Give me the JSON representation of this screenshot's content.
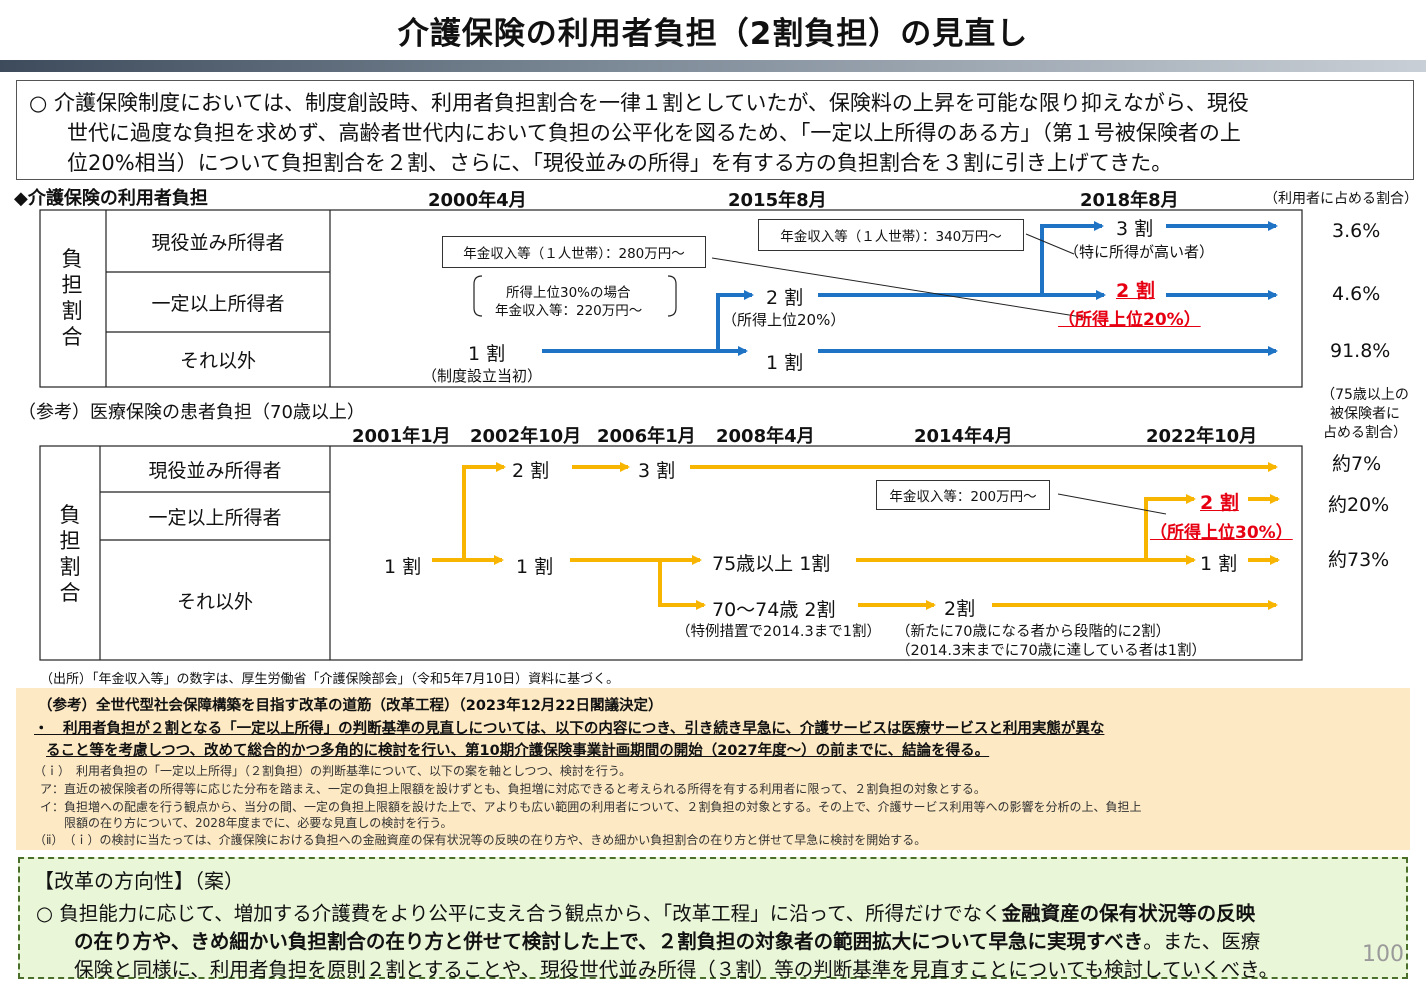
{
  "title": "介護保険の利用者負担（2割負担）の見直し",
  "intro": {
    "line1": "○ 介護保険制度においては、制度創設時、利用者負担割合を一律１割としていたが、保険料の上昇を可能な限り抑えながら、現役",
    "line2": "世代に過度な負担を求めず、高齢者世代内において負担の公平化を図るため、「一定以上所得のある方」（第１号被保険者の上",
    "line3": "位20%相当）について負担割合を２割、さらに、「現役並みの所得」を有する方の負担割合を３割に引き上げてきた。"
  },
  "care": {
    "heading": "◆介護保険の利用者負担",
    "dates": [
      "2000年4月",
      "2015年8月",
      "2018年8月"
    ],
    "share_header": "（利用者に占める割合）",
    "vertical_label": [
      "負",
      "担",
      "割",
      "合"
    ],
    "rows": [
      "現役並み所得者",
      "一定以上所得者",
      "それ以外"
    ],
    "notes": {
      "note_280": "年金収入等（１人世帯）：280万円～",
      "note_220_a": "所得上位30%の場合",
      "note_220_b": "年金収入等：220万円～",
      "note_340": "年金収入等（１人世帯）：340万円～"
    },
    "labels": {
      "one_2000": "1 割",
      "one_2000_sub": "（制度設立当初）",
      "two_2015": "2 割",
      "two_2015_sub": "（所得上位20%）",
      "one_2015": "1 割",
      "three_2018": "3 割",
      "three_2018_sub": "（特に所得が高い者）",
      "two_2018": "2 割",
      "two_2018_sub": "（所得上位20%）"
    },
    "shares": [
      "3.6%",
      "4.6%",
      "91.8%"
    ]
  },
  "medical": {
    "heading": "（参考）医療保険の患者負担（70歳以上）",
    "dates": [
      "2001年1月",
      "2002年10月",
      "2006年1月",
      "2008年4月",
      "2014年4月",
      "2022年10月"
    ],
    "share_header": [
      "（75歳以上の",
      "被保険者に",
      "占める割合）"
    ],
    "vertical_label": [
      "負",
      "担",
      "割",
      "合"
    ],
    "rows": [
      "現役並み所得者",
      "一定以上所得者",
      "それ以外"
    ],
    "note_200": "年金収入等：200万円～",
    "labels": {
      "one_2001": "1 割",
      "two_2002": "2 割",
      "three_2006": "3 割",
      "one_2002": "1 割",
      "over75": "75歳以上 1割",
      "age7074": "70～74歳 2割",
      "age7074_sub": "（特例措置で2014.3まで1割）",
      "two_2014": "2割",
      "two_2014_sub1": "（新たに70歳になる者から段階的に2割）",
      "two_2014_sub2": "（2014.3末までに70歳に達している者は1割）",
      "two_2022": "2 割",
      "two_2022_sub": "（所得上位30%）",
      "one_2022": "1 割"
    },
    "shares": [
      "約7%",
      "約20%",
      "約73%"
    ]
  },
  "source": "（出所）「年金収入等」の数字は、厚生労働省「介護保険部会」（令和5年7月10日）資料に基づく。",
  "reference": {
    "heading": "（参考）全世代型社会保障構築を目指す改革の道筋（改革工程）（2023年12月22日閣議決定）",
    "bullet1": "・　利用者負担が２割となる「一定以上所得」の判断基準の見直しについては、以下の内容につき、引き続き早急に、介護サービスは医療サービスと利用実態が異な",
    "bullet2": "ること等を考慮しつつ、改めて総合的かつ多角的に検討を行い、第10期介護保険事業計画期間の開始（2027年度～）の前までに、結論を得る。",
    "i": "（ｉ）　利用者負担の「一定以上所得」（２割負担）の判断基準について、以下の案を軸としつつ、検討を行う。",
    "a": "ア：直近の被保険者の所得等に応じた分布を踏まえ、一定の負担上限額を設けずとも、負担増に対応できると考えられる所得を有する利用者に限って、２割負担の対象とする。",
    "b1": "イ：負担増への配慮を行う観点から、当分の間、一定の負担上限額を設けた上で、アよりも広い範囲の利用者について、２割負担の対象とする。その上で、介護サービス利用等への影響を分析の上、負担上",
    "b2": "限額の在り方について、2028年度までに、必要な見直しの検討を行う。",
    "ii": "（ⅱ）　（ｉ）の検討に当たっては、介護保険における負担への金融資産の保有状況等の反映の在り方や、きめ細かい負担割合の在り方と併せて早急に検討を開始する。"
  },
  "reform": {
    "heading": "【改革の方向性】（案）",
    "line1a": "○ 負担能力に応じて、増加する介護費をより公平に支え合う観点から、「改革工程」に沿って、所得だけでなく",
    "line1b": "金融資産の保有状況等の反映",
    "line2a": "の在り方や、きめ細かい負担割合の在り方と併せて検討した上で、２割負担の対象者の範囲拡大について早急に実現すべき",
    "line2b": "。また、医療",
    "line3": "保険と同様に、利用者負担を原則２割とすることや、現役世代並み所得（３割）等の判断基準を見直すことについても検討していくべき。"
  },
  "page_number": "100",
  "colors": {
    "care_arrow": "#1f73c4",
    "medical_arrow": "#f7b500",
    "red": "#e60012",
    "ref_bg": "#fde9c4",
    "reform_bg": "#eaf6d8"
  }
}
